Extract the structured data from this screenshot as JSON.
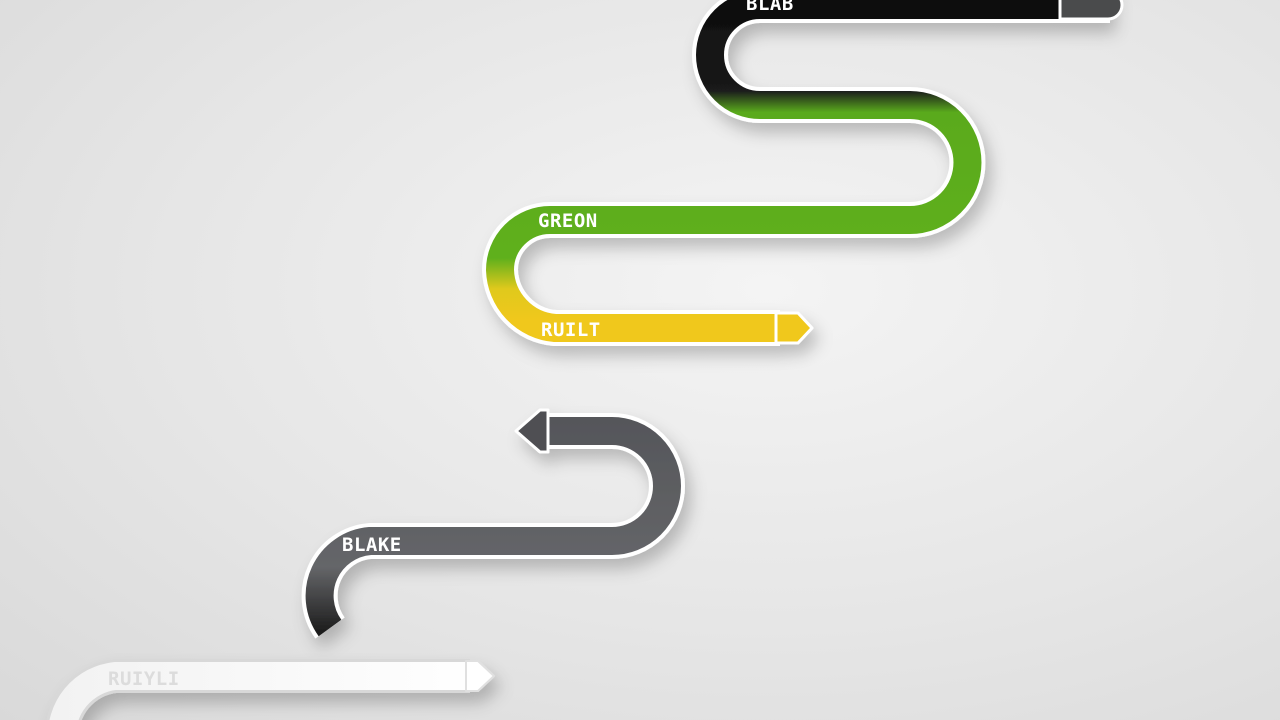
{
  "labels": {
    "top": "BLAB",
    "green": "GREON",
    "yellow": "RUILT",
    "gray": "BLAKE",
    "white": "RUIYLI"
  },
  "colors": {
    "background": "#e6e6e6",
    "black_band": "#141414",
    "green_band": "#5aaa1c",
    "yellow_band": "#f0c81e",
    "gray_band": "#5f6062",
    "white_band": "#fafafa",
    "outline": "#ffffff"
  }
}
